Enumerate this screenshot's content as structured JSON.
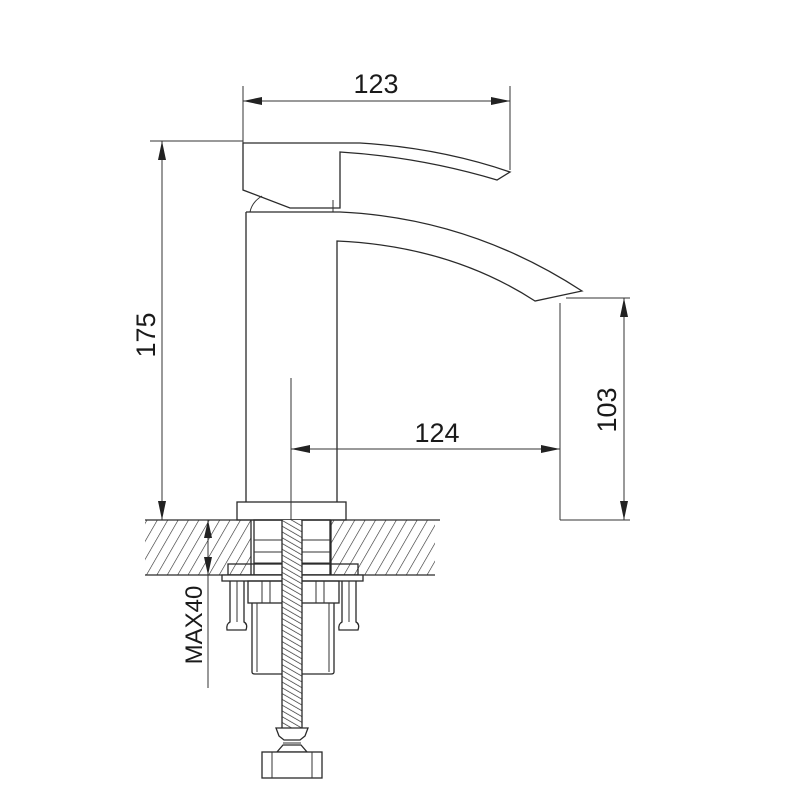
{
  "drawing": {
    "title": "Basin faucet dimension drawing",
    "units": "mm",
    "line_color": "#2a2a2a",
    "background": "#ffffff"
  },
  "dimensions": {
    "overall_width": {
      "label": "123",
      "orientation": "horizontal"
    },
    "overall_height": {
      "label": "175",
      "orientation": "vertical"
    },
    "spout_reach": {
      "label": "124",
      "orientation": "horizontal"
    },
    "spout_height": {
      "label": "103",
      "orientation": "vertical"
    },
    "max_deck_thickness": {
      "label": "MAX40",
      "orientation": "vertical"
    }
  },
  "components": [
    {
      "name": "handle",
      "icon": "lever-handle"
    },
    {
      "name": "body",
      "icon": "faucet-body"
    },
    {
      "name": "spout",
      "icon": "curved-spout"
    },
    {
      "name": "countertop",
      "icon": "hatched-section"
    },
    {
      "name": "mounting-nut",
      "icon": "nut"
    },
    {
      "name": "threaded-rod",
      "icon": "threaded-shank"
    },
    {
      "name": "hose-connector",
      "icon": "hex-fitting"
    }
  ]
}
